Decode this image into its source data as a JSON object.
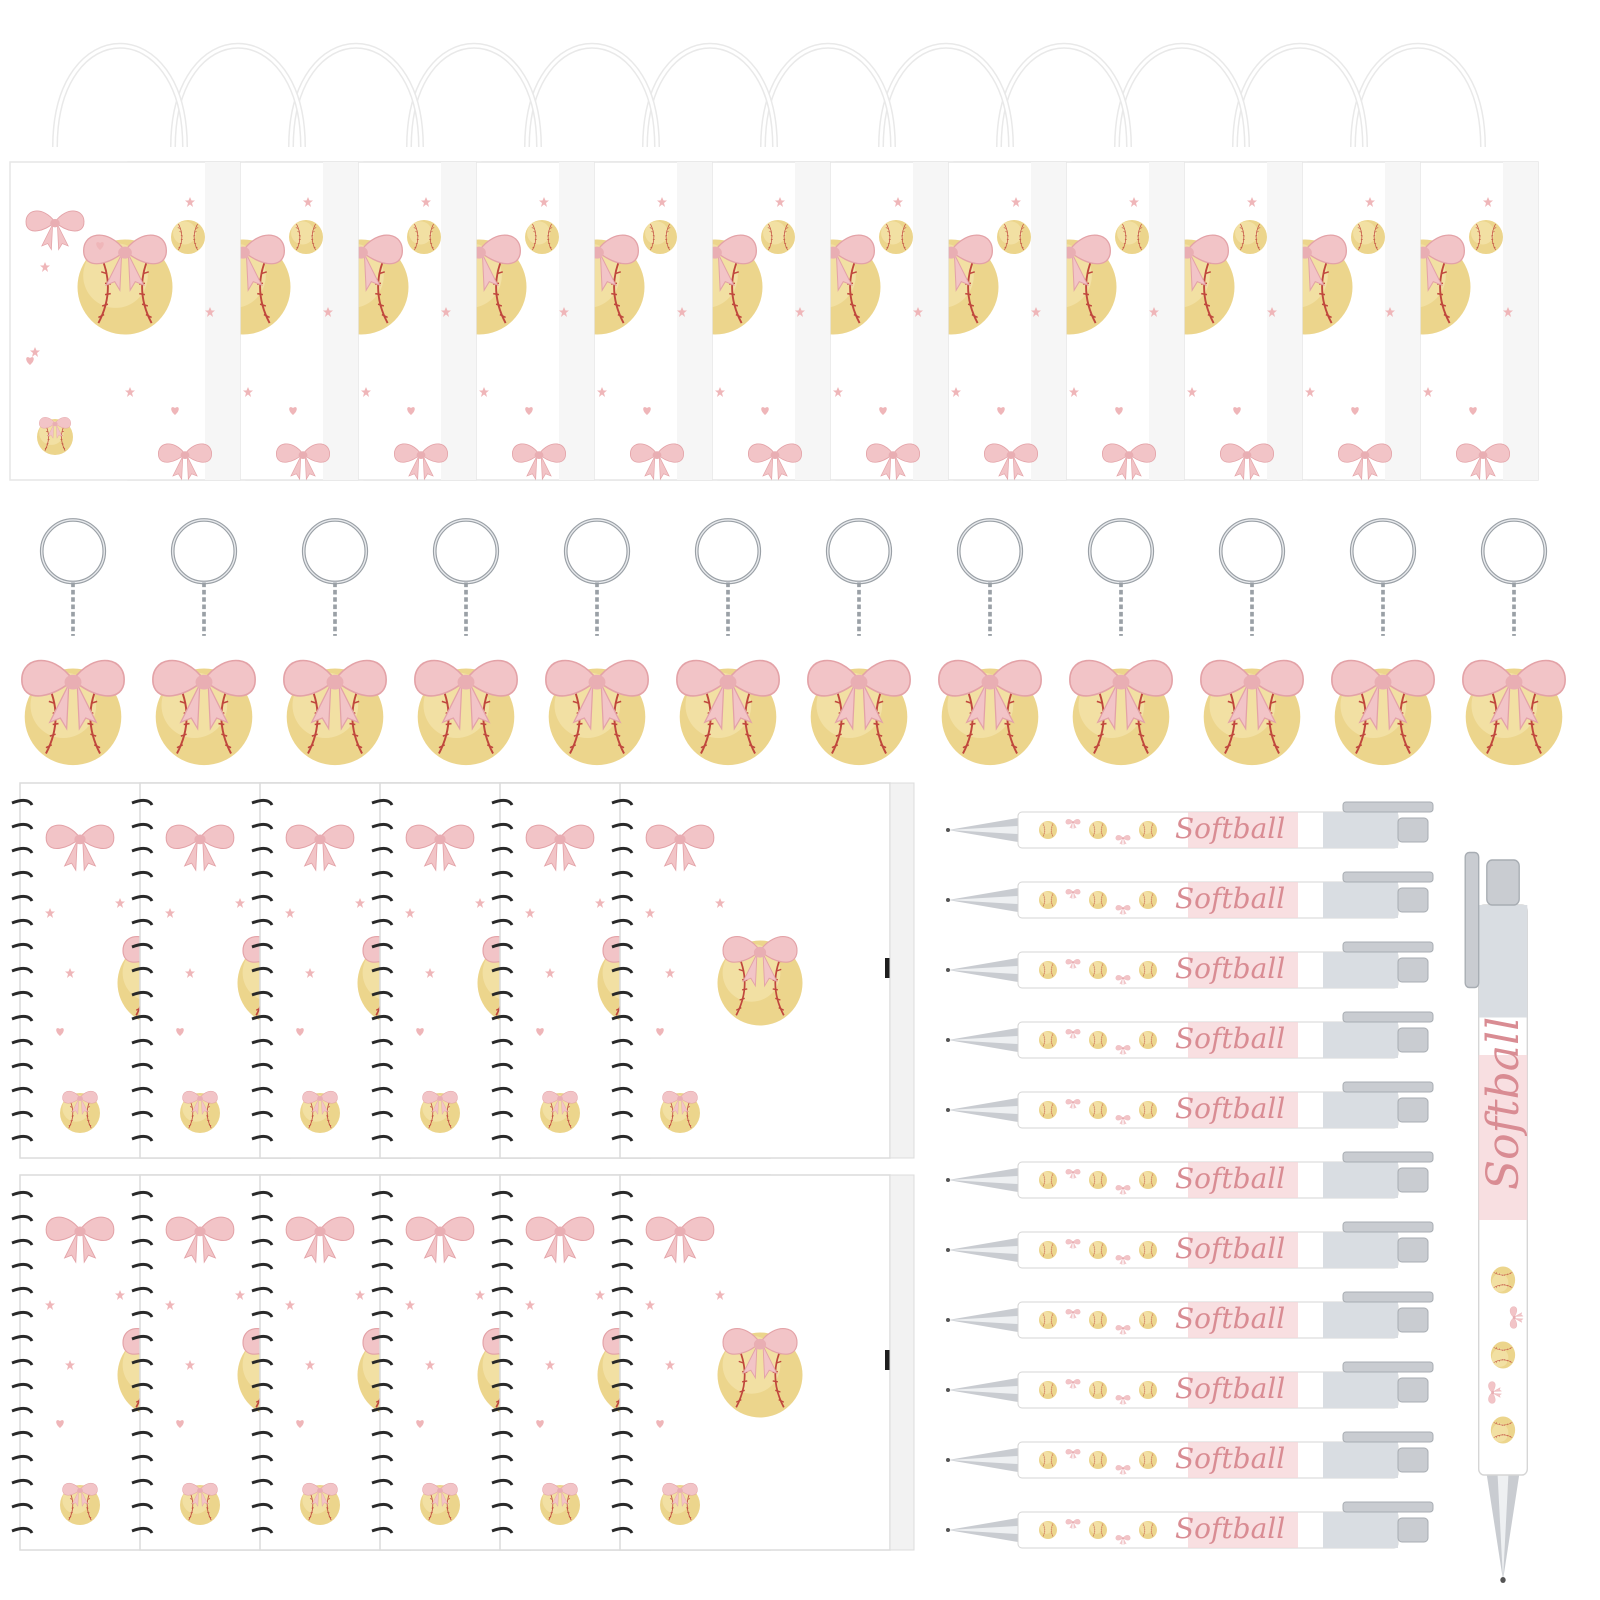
{
  "scene": {
    "description_items": {
      "bags": 12,
      "keychains": 12,
      "notebooks": 12,
      "pens": 12
    },
    "pen_text": "Softball",
    "colors": {
      "background": "#ffffff",
      "bow_pink": "#f2c4c7",
      "bow_pink_dark": "#e3a2a7",
      "ball_yellow": "#ecd58c",
      "ball_yellow_light": "#f6e8b3",
      "stitch_red": "#c0473d",
      "star_pink": "#efb6b9",
      "spiral_black": "#2a2a2a",
      "pen_silver": "#c9ccd1"
    }
  }
}
